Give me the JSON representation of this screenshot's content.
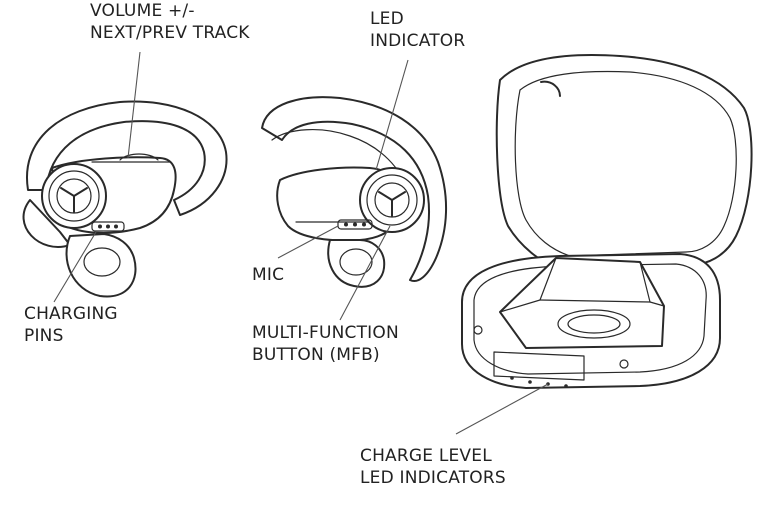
{
  "labels": {
    "volume": [
      "VOLUME +/-",
      "NEXT/PREV TRACK"
    ],
    "led": [
      "LED",
      "INDICATOR"
    ],
    "mic": "MIC",
    "charging_pins": [
      "CHARGING",
      "PINS"
    ],
    "mfb": [
      "MULTI-FUNCTION",
      "BUTTON (MFB)"
    ],
    "charge_level": [
      "CHARGE LEVEL",
      "LED INDICATORS"
    ]
  },
  "colors": {
    "line_art": "#2a2a2a",
    "leader_lines": "#555555",
    "background": "#ffffff"
  },
  "icons": [
    "earbud-left-illustration",
    "earbud-right-illustration",
    "charging-case-illustration"
  ]
}
